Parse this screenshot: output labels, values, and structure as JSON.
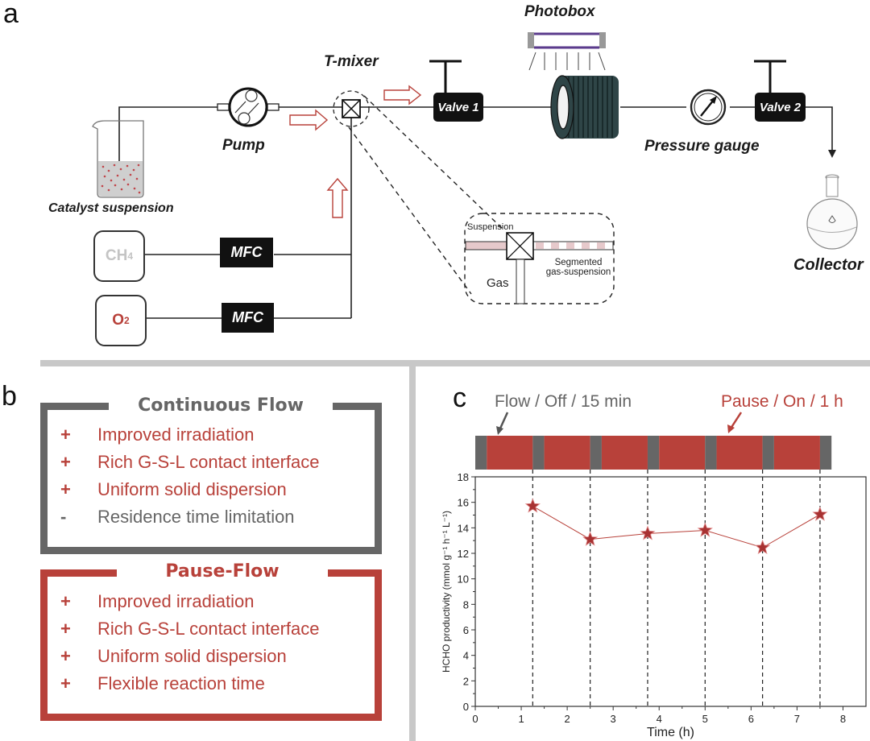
{
  "panels": {
    "a": {
      "letter": "a",
      "labels": {
        "catalyst": "Catalyst suspension",
        "pump": "Pump",
        "tmixer": "T-mixer",
        "photobox": "Photobox",
        "valve1": "Valve 1",
        "valve2": "Valve 2",
        "pressure_gauge": "Pressure gauge",
        "collector": "Collector",
        "mfc1": "MFC",
        "mfc2": "MFC",
        "ch4": "CH",
        "ch4_sub": "4",
        "o2": "O",
        "o2_sub": "2",
        "inset_suspension": "Suspension",
        "inset_gas": "Gas",
        "inset_segmented_1": "Segmented",
        "inset_segmented_2": "gas-suspension"
      }
    },
    "b": {
      "letter": "b",
      "continuous": {
        "title": "Continuous Flow",
        "items": [
          {
            "sign": "+",
            "text": "Improved irradiation",
            "positive": true
          },
          {
            "sign": "+",
            "text": "Rich G-S-L contact interface",
            "positive": true
          },
          {
            "sign": "+",
            "text": "Uniform solid dispersion",
            "positive": true
          },
          {
            "sign": "-",
            "text": "Residence time limitation",
            "positive": false
          }
        ]
      },
      "pause": {
        "title": "Pause-Flow",
        "items": [
          {
            "sign": "+",
            "text": "Improved irradiation"
          },
          {
            "sign": "+",
            "text": "Rich G-S-L contact interface"
          },
          {
            "sign": "+",
            "text": "Uniform solid dispersion"
          },
          {
            "sign": "+",
            "text": "Flexible reaction time"
          }
        ]
      }
    },
    "c": {
      "letter": "c",
      "annotation_flow": "Flow / Off / 15 min",
      "annotation_pause": "Pause / On / 1 h"
    }
  },
  "colors": {
    "red": "#b8413a",
    "gray": "#666666",
    "light_gray": "#c8c8c8",
    "coil": "#2f4547",
    "lamp": "#5b3b8c"
  },
  "chart_data": {
    "type": "line",
    "title": "",
    "xlabel": "Time (h)",
    "ylabel": "HCHO productivity (mmol g⁻¹ h⁻¹ L⁻¹)",
    "xlim": [
      0,
      8.5
    ],
    "ylim": [
      0,
      18
    ],
    "xticks": [
      0,
      1,
      2,
      3,
      4,
      5,
      6,
      7,
      8
    ],
    "yticks": [
      0,
      2,
      4,
      6,
      8,
      10,
      12,
      14,
      16,
      18
    ],
    "grid": false,
    "marker": "star",
    "series": [
      {
        "name": "HCHO productivity",
        "x": [
          1.25,
          2.5,
          3.75,
          5.0,
          6.25,
          7.5
        ],
        "y": [
          15.7,
          13.1,
          13.55,
          13.8,
          12.45,
          15.05
        ]
      }
    ],
    "vlines": [
      1.25,
      2.5,
      3.75,
      5.0,
      6.25,
      7.5
    ],
    "timeline": {
      "segments": [
        {
          "state": "Flow / Off",
          "start": 0,
          "end": 0.25
        },
        {
          "state": "Pause / On",
          "start": 0.25,
          "end": 1.25
        },
        {
          "state": "Flow / Off",
          "start": 1.25,
          "end": 1.5
        },
        {
          "state": "Pause / On",
          "start": 1.5,
          "end": 2.5
        },
        {
          "state": "Flow / Off",
          "start": 2.5,
          "end": 2.75
        },
        {
          "state": "Pause / On",
          "start": 2.75,
          "end": 3.75
        },
        {
          "state": "Flow / Off",
          "start": 3.75,
          "end": 4.0
        },
        {
          "state": "Pause / On",
          "start": 4.0,
          "end": 5.0
        },
        {
          "state": "Flow / Off",
          "start": 5.0,
          "end": 5.25
        },
        {
          "state": "Pause / On",
          "start": 5.25,
          "end": 6.25
        },
        {
          "state": "Flow / Off",
          "start": 6.25,
          "end": 6.5
        },
        {
          "state": "Pause / On",
          "start": 6.5,
          "end": 7.5
        },
        {
          "state": "Flow / Off",
          "start": 7.5,
          "end": 7.75
        }
      ]
    }
  }
}
